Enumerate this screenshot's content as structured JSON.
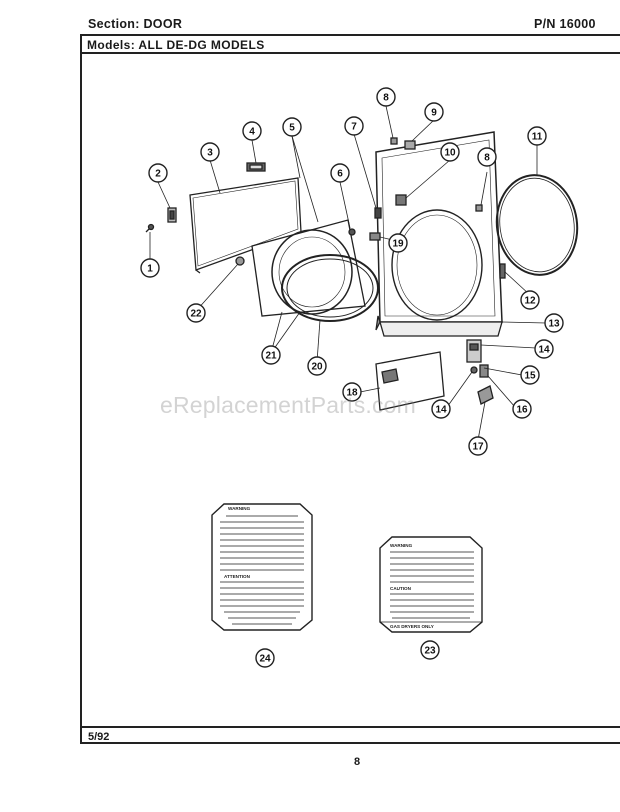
{
  "header": {
    "section": "Section:  DOOR",
    "part_number": "P/N  16000"
  },
  "models": "Models:  ALL DE-DG MODELS",
  "footer": {
    "date": "5/92",
    "page": "8"
  },
  "watermark": "eReplacementParts.com",
  "labels": {
    "label_24_head": "WARNING",
    "label_24_attention": "ATTENTION",
    "label_23_head": "WARNING",
    "label_23_caution": "CAUTION",
    "label_23_footer": "GAS DRYERS ONLY"
  },
  "callouts": [
    "1",
    "2",
    "3",
    "4",
    "5",
    "6",
    "7",
    "8",
    "9",
    "10",
    "8",
    "11",
    "12",
    "13",
    "14",
    "15",
    "16",
    "14",
    "17",
    "18",
    "19",
    "20",
    "21",
    "22",
    "23",
    "24"
  ]
}
